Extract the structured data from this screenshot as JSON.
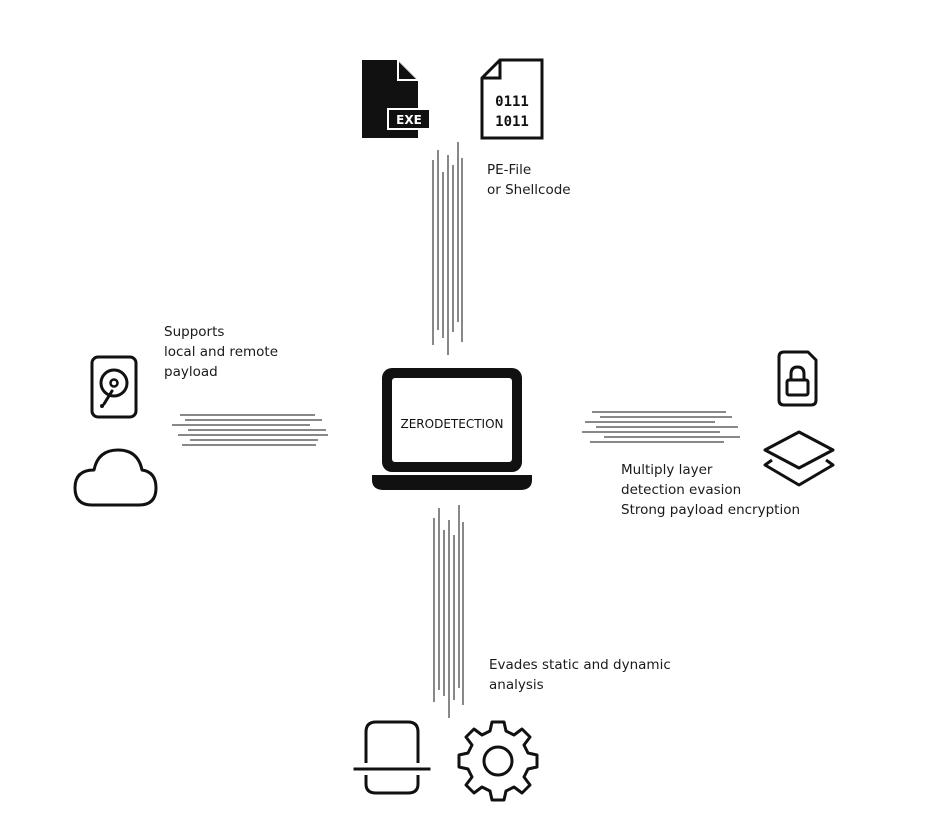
{
  "center": {
    "label": "ZERODETECTION"
  },
  "input": {
    "line1": "PE-File",
    "line2": "or Shellcode",
    "exe_badge": "EXE",
    "binary_row1": "0111",
    "binary_row2": "1011"
  },
  "payload_source": {
    "line1": "Supports",
    "line2": "local and remote",
    "line3": "payload"
  },
  "evasion": {
    "line1": "Multiply layer",
    "line2": "detection evasion",
    "line3": "Strong payload encryption"
  },
  "analysis": {
    "line1": "Evades static and dynamic",
    "line2": "analysis"
  },
  "icons": {
    "exe_file": "exe-file-icon",
    "binary_file": "binary-file-icon",
    "hard_drive": "hard-drive-icon",
    "cloud": "cloud-icon",
    "lock_file": "lock-file-icon",
    "layers": "layers-icon",
    "scanner": "scanner-icon",
    "gear": "gear-icon",
    "laptop": "laptop-icon"
  },
  "colors": {
    "ink": "#111111",
    "background": "#ffffff"
  }
}
